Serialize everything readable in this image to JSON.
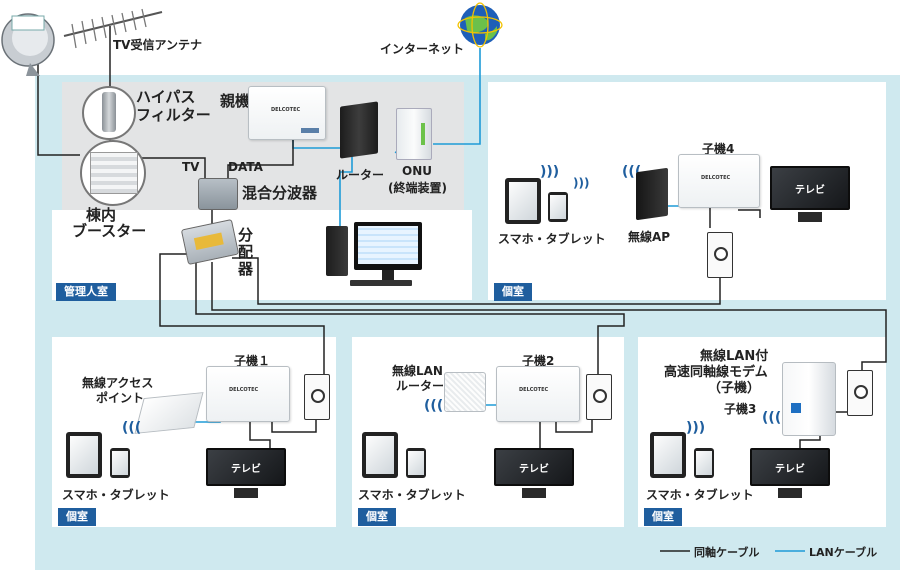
{
  "labels": {
    "tv_antenna": "TV受信アンテナ",
    "internet": "インターネット",
    "highpass": [
      "ハイパス",
      "フィルター"
    ],
    "parent": "親機",
    "tv_port": "TV",
    "data_port": "DATA",
    "mixer": "混合分波器",
    "router": "ルーター",
    "onu": [
      "ONU",
      "(終端装置)"
    ],
    "booster": [
      "棟内",
      "ブースター"
    ],
    "splitter": [
      "分",
      "配",
      "器"
    ],
    "child4": "子機4",
    "wireless_ap": "無線AP",
    "child1": "子機１",
    "wireless_access_point": [
      "無線アクセス",
      "ポイント"
    ],
    "child2": "子機2",
    "wireless_lan_router": [
      "無線LAN",
      "ルーター"
    ],
    "child3_title": [
      "無線LAN付",
      "高速同軸線モデム",
      "（子機）"
    ],
    "child3": "子機3",
    "smartphone_tablet": "スマホ・タブレット",
    "tv_screen": "テレビ",
    "device_brand": "DELCOTEC"
  },
  "rooms": {
    "admin": "管理人室",
    "private": "個室"
  },
  "legend": {
    "coax": "同軸ケーブル",
    "lan": "LANケーブル"
  },
  "colors": {
    "coax_line": "#222222",
    "lan_line": "#1e9bd7",
    "room_tag": "#1f5e9e",
    "background": "#cfe9ef"
  }
}
